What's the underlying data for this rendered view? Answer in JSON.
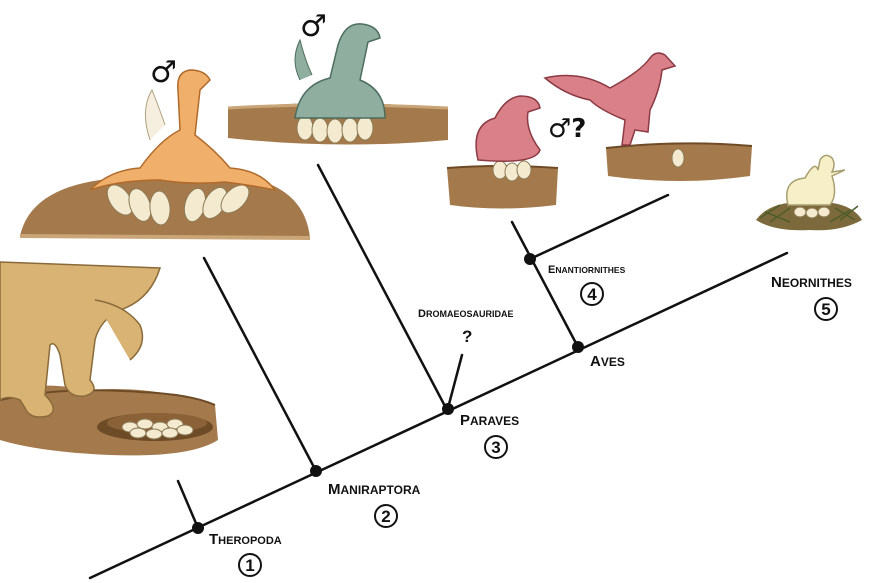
{
  "colors": {
    "line": "#111111",
    "soil": "#a47a4c",
    "soil_dark": "#6e4b27",
    "soil_light": "#c9a577",
    "egg": "#f3ead0",
    "oviraptorid": "#f0b06b",
    "troodontid": "#8fae9f",
    "enantiornithine": "#d98088",
    "duck": "#f6efc7",
    "theropod": "#d8b373"
  },
  "clades": {
    "theropoda": {
      "cap": "T",
      "rest": "HEROPODA",
      "number": "1"
    },
    "maniraptora": {
      "cap": "M",
      "rest": "ANIRAPTORA",
      "number": "2"
    },
    "paraves": {
      "cap": "P",
      "rest": "ARAVES",
      "number": "3"
    },
    "enantiornithes": {
      "cap": "E",
      "rest": "NANTIORNITHES",
      "number": "4"
    },
    "aves": {
      "cap": "A",
      "rest": "VES"
    },
    "neornithes": {
      "cap": "N",
      "rest": "EORNITHES",
      "number": "5"
    },
    "dromaeosauridae": {
      "cap": "D",
      "rest": "ROMAEOSAURIDAE",
      "mark": "?"
    }
  },
  "annotations": {
    "oviraptorid_sex": "♂",
    "troodontid_sex": "♂",
    "enantiornithine_sex": "♂?"
  }
}
